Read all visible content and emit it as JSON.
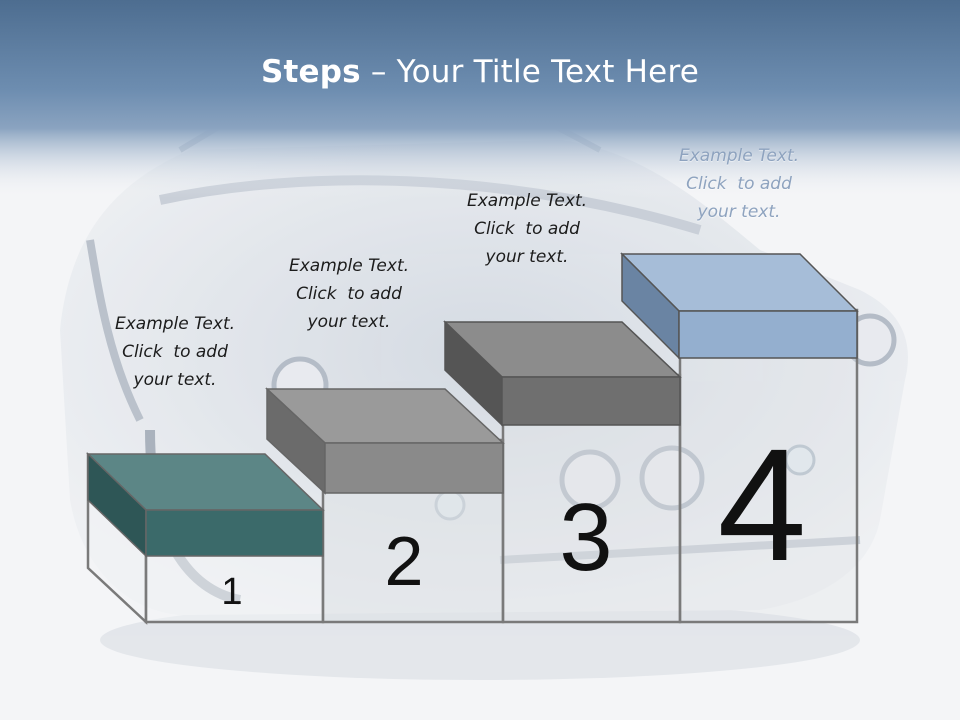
{
  "slide": {
    "title_bold": "Steps",
    "title_rest": " – Your Title Text Here"
  },
  "steps": [
    {
      "number": "1",
      "caption": [
        "Example Text.",
        "Click  to add",
        "your text."
      ]
    },
    {
      "number": "2",
      "caption": [
        "Example Text.",
        "Click  to add",
        "your text."
      ]
    },
    {
      "number": "3",
      "caption": [
        "Example Text.",
        "Click  to add",
        "your text."
      ]
    },
    {
      "number": "4",
      "caption": [
        "Example Text.",
        "Click  to add",
        "your text."
      ]
    }
  ],
  "colors": {
    "header": "#5d7fa4",
    "step1_block": "#3b6a6a",
    "step2_block": "#8a8a8a",
    "step3_block": "#7a7a7a",
    "step4_block": "#94afcf"
  }
}
